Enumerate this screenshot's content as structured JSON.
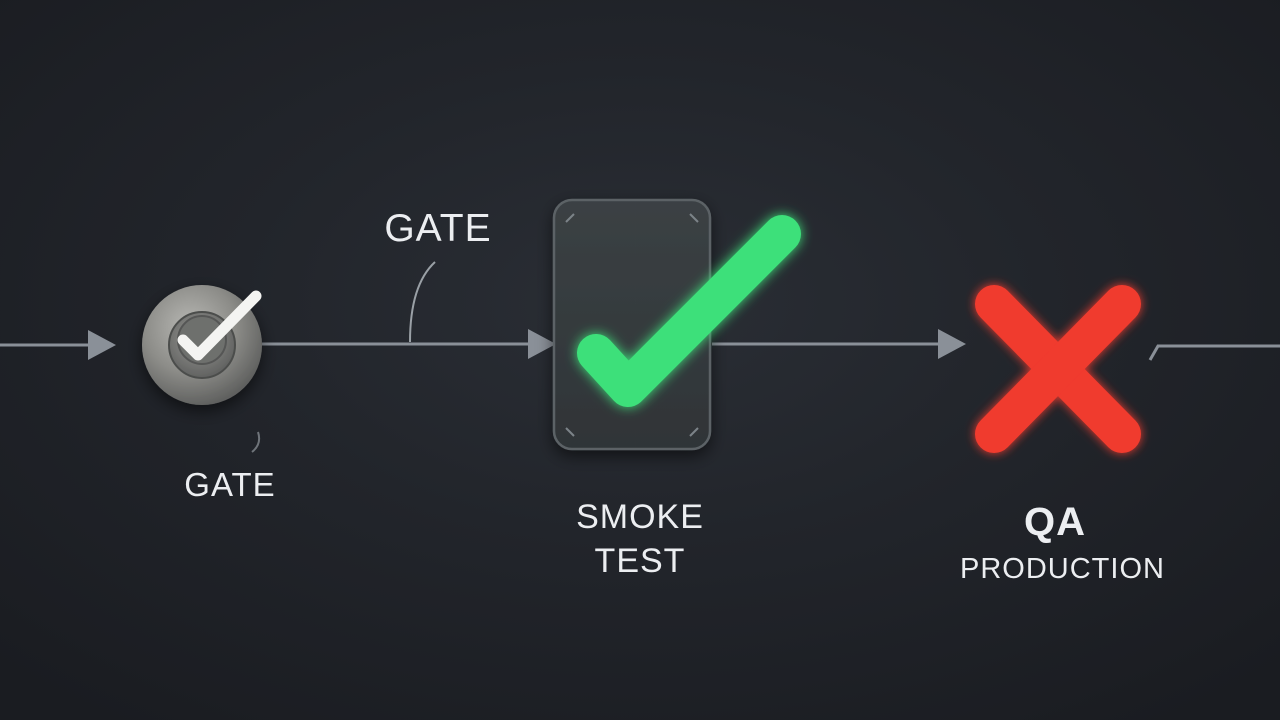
{
  "labels": {
    "gate_upper": "GATE",
    "gate_lower": "GATE",
    "smoke_line1": "SMOKE",
    "smoke_line2": "TEST",
    "qa": "QA",
    "production": "PRODUCTION"
  },
  "stages": [
    {
      "name": "gate",
      "status": "passed",
      "icon": "check-icon"
    },
    {
      "name": "smoke-test",
      "status": "passed",
      "icon": "check-icon"
    },
    {
      "name": "qa-production",
      "status": "failed",
      "icon": "cross-icon"
    }
  ],
  "colors": {
    "background": "#22252b",
    "connector": "#8a9098",
    "pass": "#3ee07a",
    "fail": "#f03a2e",
    "text": "#eceef1"
  }
}
